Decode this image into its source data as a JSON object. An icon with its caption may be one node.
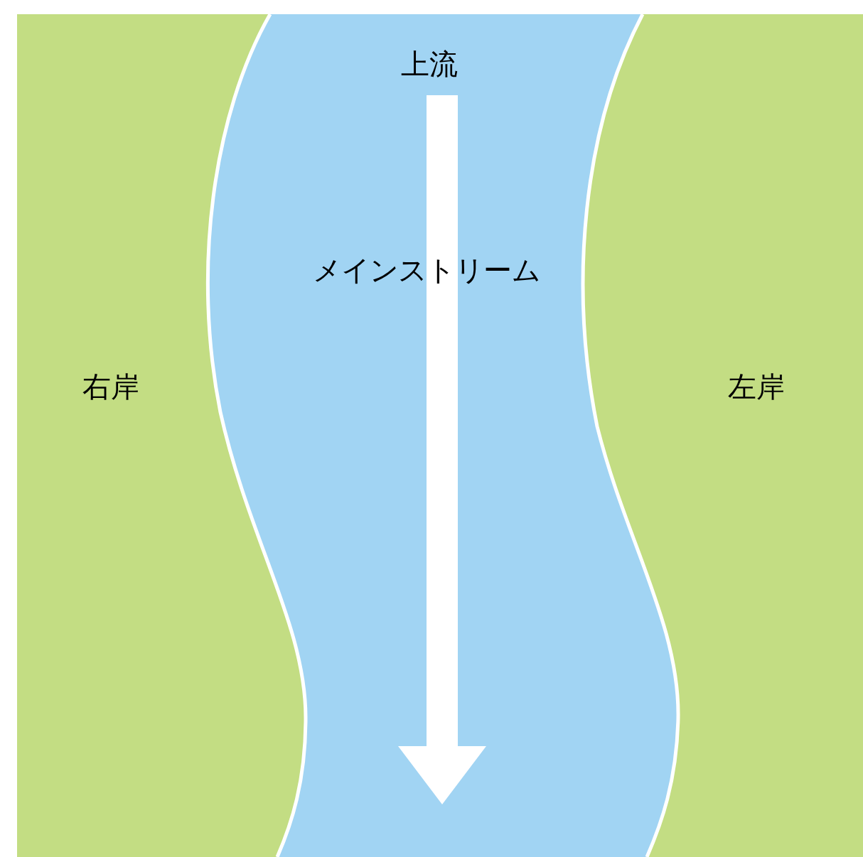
{
  "diagram": {
    "nodes": [
      {
        "text": [
          "右岸"
        ]
      },
      {
        "text": [
          "上流",
          "メインストリーム"
        ]
      },
      {
        "text": [
          "左岸"
        ]
      }
    ]
  }
}
